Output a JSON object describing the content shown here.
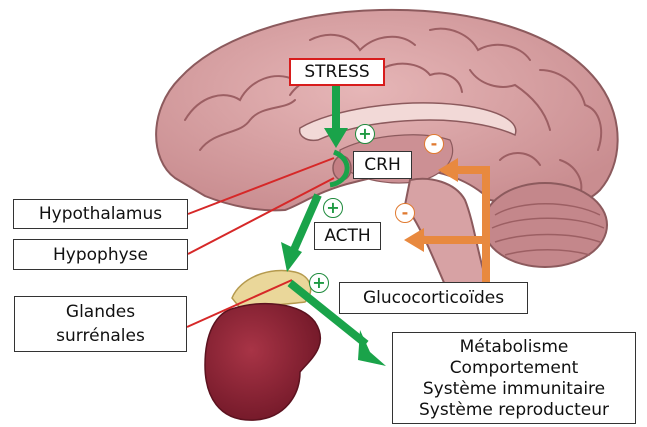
{
  "labels": {
    "stress": "STRESS",
    "crh": "CRH",
    "acth": "ACTH",
    "hypothalamus": "Hypothalamus",
    "hypophyse": "Hypophyse",
    "glandes": [
      "Glandes",
      "surrénales"
    ],
    "glucocorticoides": "Glucocorticoïdes",
    "effects": [
      "Métabolisme",
      "Comportement",
      "Système immunitaire",
      "Système reproducteur"
    ]
  },
  "signs": {
    "plus": "+",
    "minus": "-"
  },
  "colors": {
    "stimulation_arrow": "#1aa34a",
    "feedback_arrow": "#e8893f",
    "brain": "#d9a1a3",
    "brain_dark": "#9c5f63",
    "stress_border": "#d81c1c",
    "pointer_line": "#d62828",
    "kidney": "#8a2231",
    "adrenal": "#e8d68a"
  }
}
